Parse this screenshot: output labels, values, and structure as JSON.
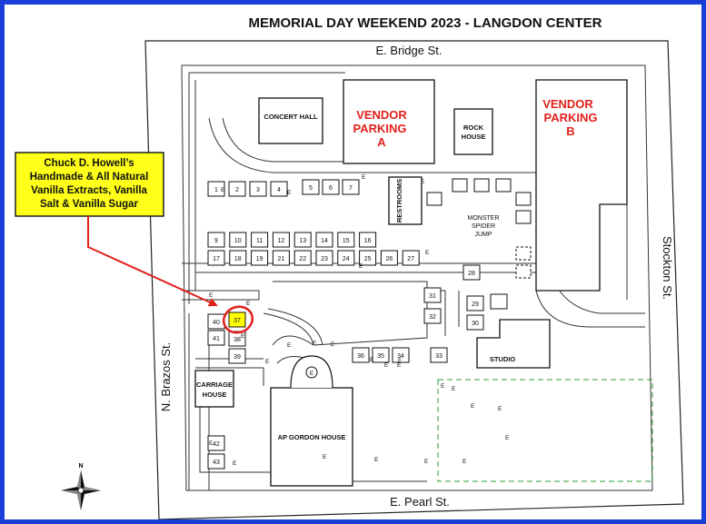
{
  "title": "MEMORIAL DAY WEEKEND 2023 - LANGDON CENTER",
  "streets": {
    "north": "E. Bridge St.",
    "south": "E. Pearl St.",
    "east": "Stockton St.",
    "west": "N. Brazos St."
  },
  "buildings": {
    "concert_hall": "CONCERT HALL",
    "vendor_parking_a": [
      "VENDOR",
      "PARKING",
      "A"
    ],
    "rock_house": [
      "ROCK",
      "HOUSE"
    ],
    "vendor_parking_b": [
      "VENDOR",
      "PARKING",
      "B"
    ],
    "restrooms": "RESTROOMS",
    "monster_spider_jump": [
      "MONSTER",
      "SPIDER",
      "JUMP"
    ],
    "studio": "STUDIO",
    "carriage_house": [
      "CARRIAGE",
      "HOUSE"
    ],
    "ap_gordon_house": "AP GORDON HOUSE"
  },
  "booths": [
    "1",
    "2",
    "3",
    "4",
    "5",
    "6",
    "7",
    "9",
    "10",
    "11",
    "12",
    "13",
    "14",
    "15",
    "16",
    "17",
    "18",
    "19",
    "21",
    "22",
    "23",
    "24",
    "25",
    "26",
    "27",
    "28",
    "29",
    "30",
    "31",
    "32",
    "33",
    "34",
    "35",
    "36",
    "37",
    "38",
    "39",
    "40",
    "41",
    "42",
    "43"
  ],
  "highlighted_booth": "37",
  "marker_label": "E",
  "compass_label": "N",
  "callout": {
    "lines": [
      "Chuck D. Howell’s",
      "Handmade & All Natural",
      "Vanilla Extracts, Vanilla",
      "Salt & Vanilla Sugar"
    ]
  },
  "colors": {
    "frame": "#1a3fd6",
    "callout_fill": "#ffff1a",
    "highlight_fill": "#ffff00",
    "accent_red": "#e0211b",
    "lawn_dash": "#2a9a3a"
  }
}
